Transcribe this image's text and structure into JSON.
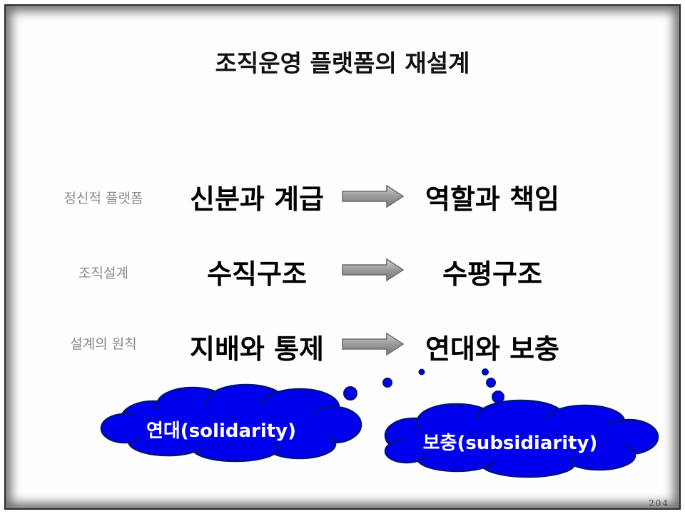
{
  "title": "조직운영 플랫폼의 재설계",
  "rows": [
    {
      "label": "정신적 플랫폼",
      "from": "신분과 계급",
      "to": "역할과 책임"
    },
    {
      "label": "조직설계",
      "from": "수직구조",
      "to": "수평구조"
    },
    {
      "label": "설계의 원칙",
      "from": "지배와 통제",
      "to": "연대와 보충"
    }
  ],
  "clouds": [
    {
      "text": "연대(solidarity)"
    },
    {
      "text": "보충(subsidiarity)"
    }
  ],
  "page_number": "204",
  "colors": {
    "cloud_fill": "#0000ee",
    "cloud_stroke": "#00127a",
    "arrow_fill": "#9a9a9a",
    "label_text": "#8a8a8a"
  }
}
